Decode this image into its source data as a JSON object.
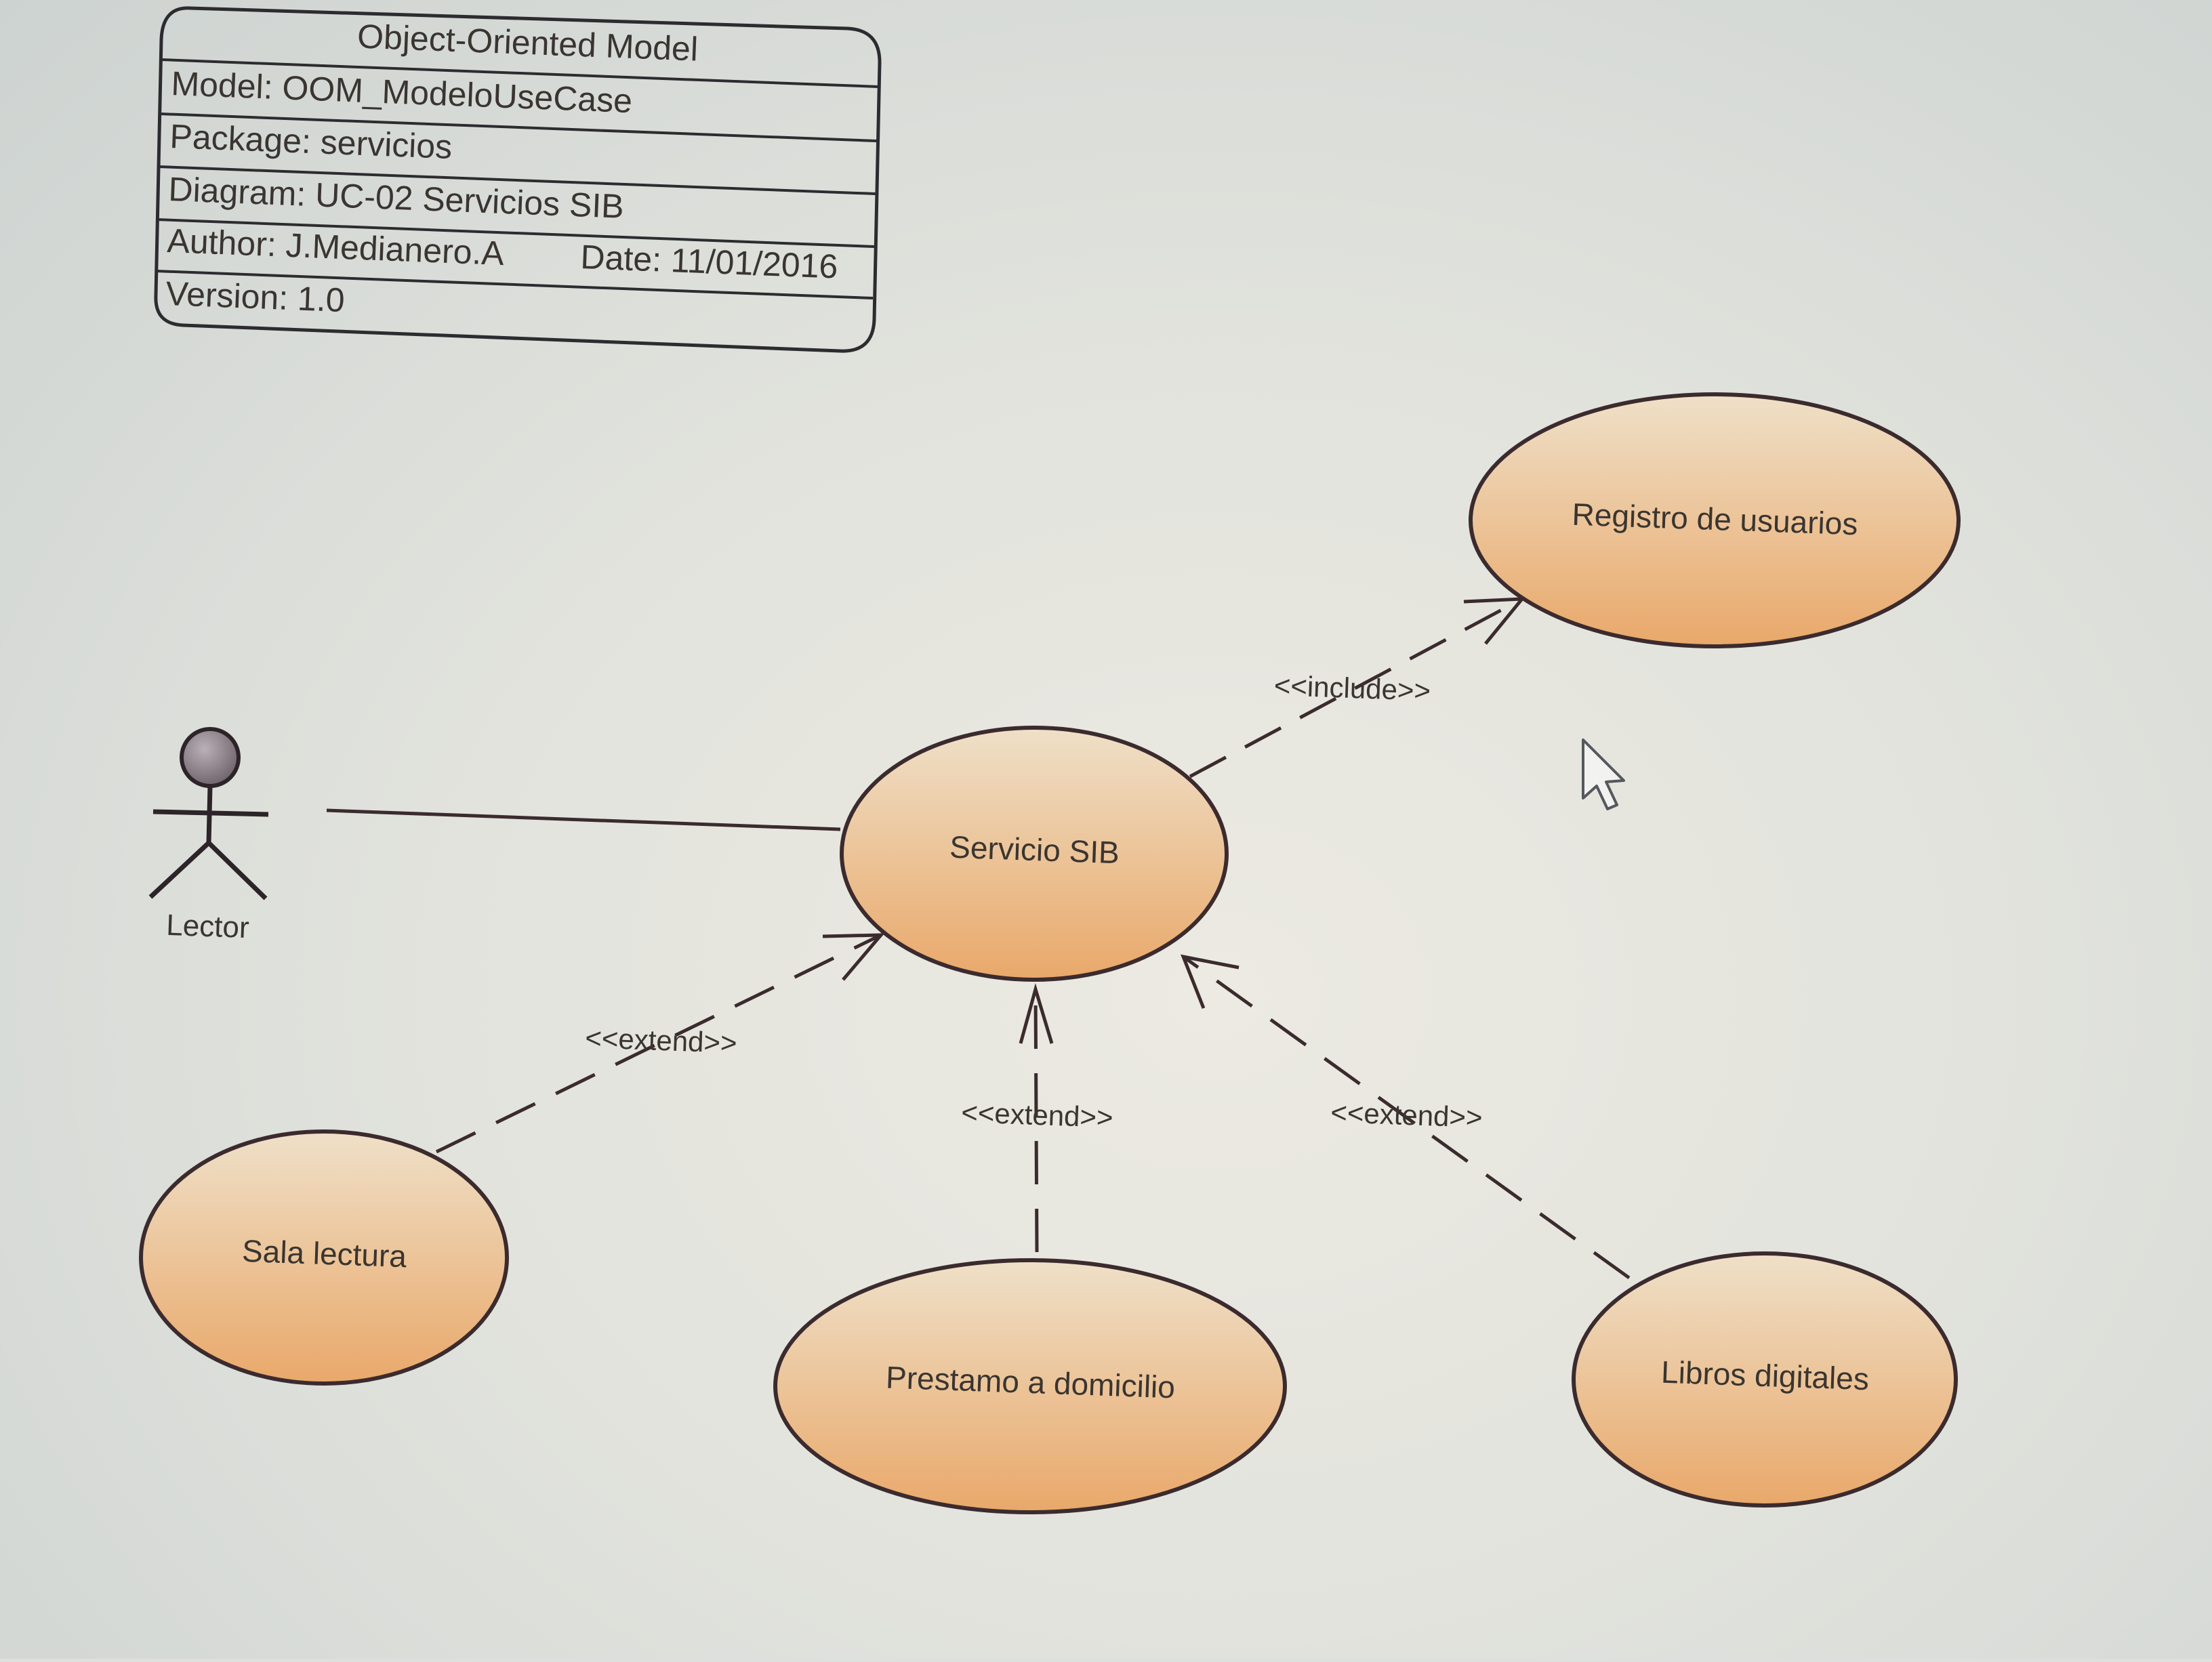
{
  "diagram": {
    "type": "uml-use-case",
    "header": {
      "title": "Object-Oriented Model",
      "model": "Model: OOM_ModeloUseCase",
      "package": "Package: servicios",
      "diagram": "Diagram: UC-02 Servicios SIB",
      "author": "Author: J.Medianero.A",
      "date": "Date: 11/01/2016",
      "version": "Version: 1.0"
    },
    "actor": {
      "name": "Lector"
    },
    "use_cases": {
      "main": "Servicio SIB",
      "registro": "Registro de usuarios",
      "sala": "Sala lectura",
      "prestamo": "Prestamo a domicilio",
      "libros": "Libros digitales"
    },
    "relations": {
      "include": "<<include>>",
      "extend_sala": "<<extend>>",
      "extend_prestamo": "<<extend>>",
      "extend_libros": "<<extend>>"
    },
    "colors": {
      "usecase_fill_light": "#efe0c8",
      "usecase_fill_dark": "#e9a86a",
      "outline": "#3b2b2e",
      "text": "#3a3530"
    }
  }
}
